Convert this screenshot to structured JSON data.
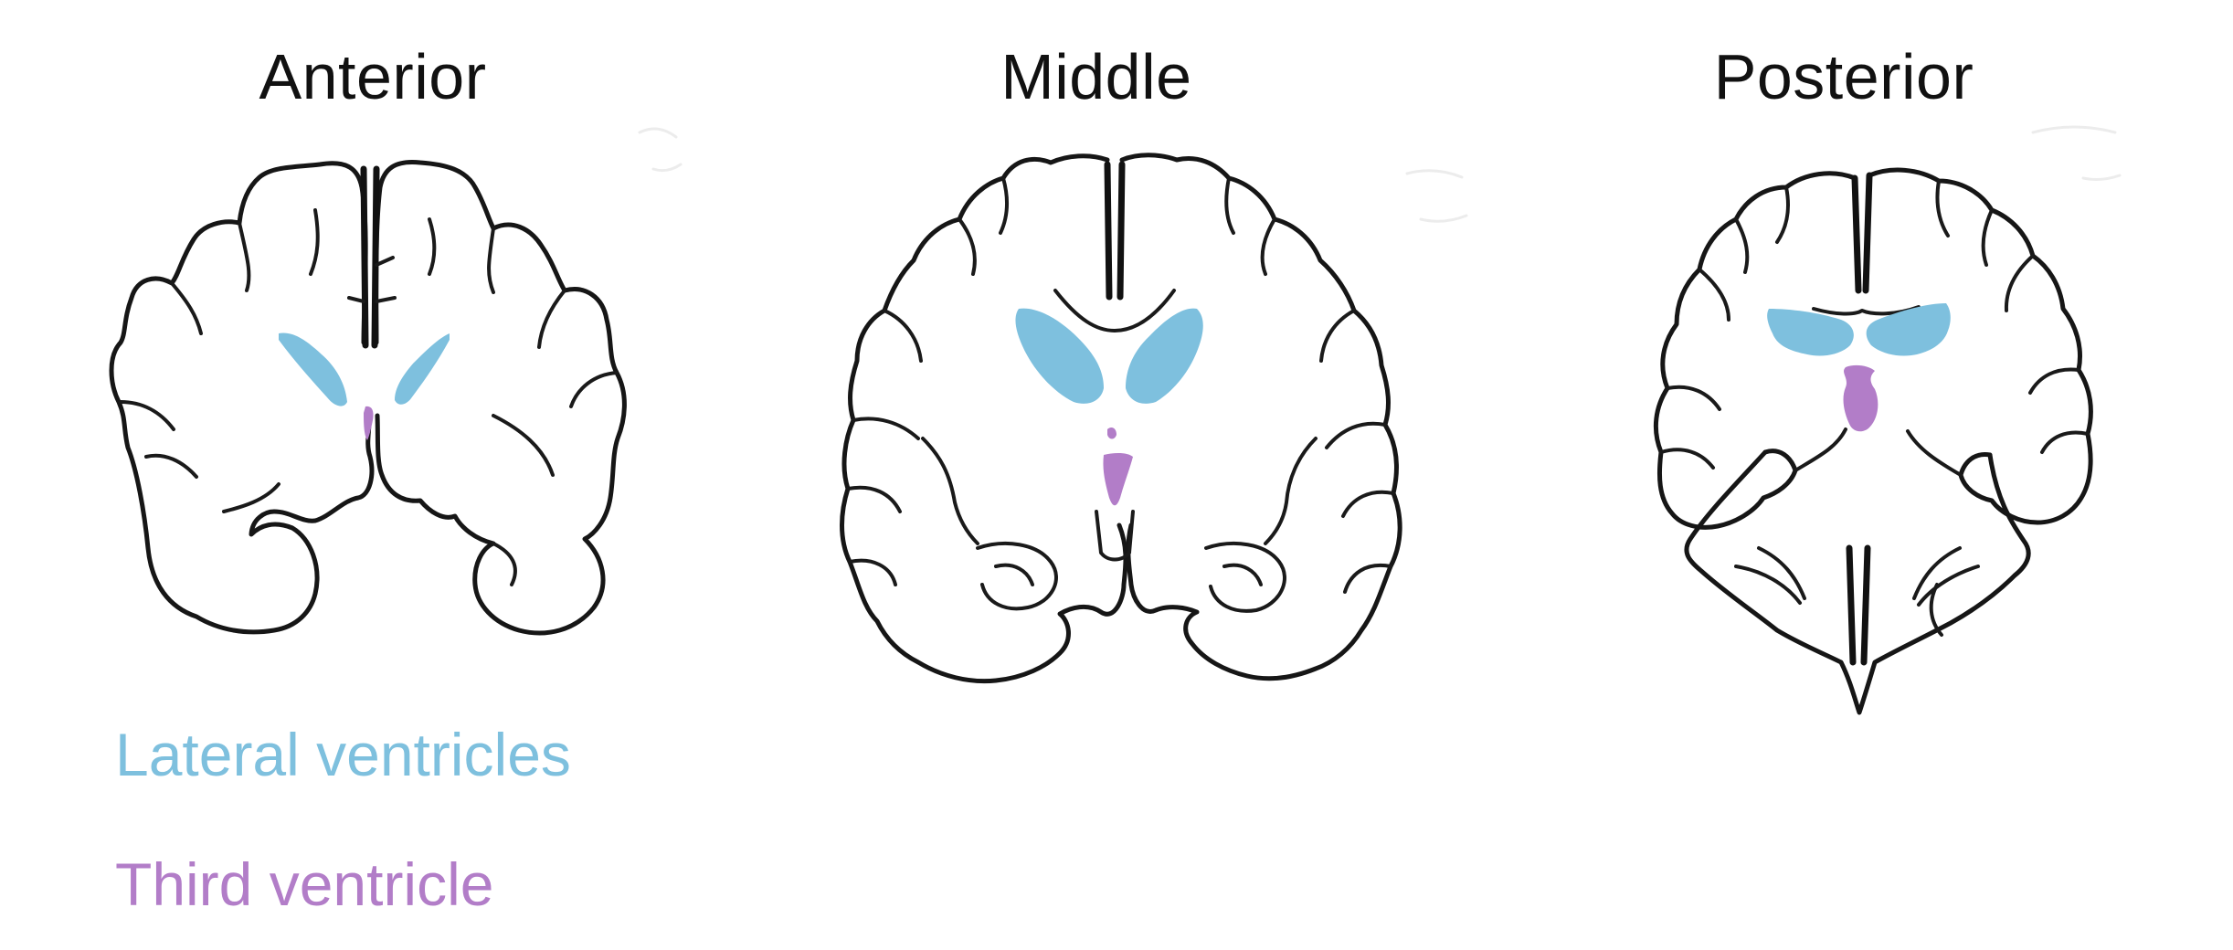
{
  "panels": [
    {
      "title": "Anterior"
    },
    {
      "title": "Middle"
    },
    {
      "title": "Posterior"
    }
  ],
  "legend": [
    {
      "label": "Lateral ventricles",
      "color": "#7ec0de"
    },
    {
      "label": "Third ventricle",
      "color": "#b27dc8"
    }
  ],
  "colors": {
    "lateral_ventricles": "#7ec0de",
    "third_ventricle": "#b27dc8",
    "outline": "#161616"
  }
}
